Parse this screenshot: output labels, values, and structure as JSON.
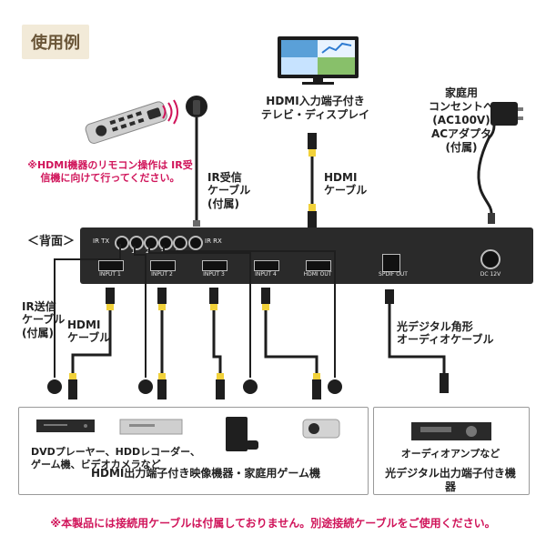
{
  "header": {
    "title": "使用例"
  },
  "labels": {
    "tv": "HDMI入力端子付き\nテレビ・ディスプレイ",
    "ac": "家庭用\nコンセントへ\n(AC100V)\nACアダプタ\n(付属)",
    "remote_note": "※HDMI機器のリモコン操作は\nIR受信機に向けて行ってください。",
    "ir_rx_cable": "IR受信\nケーブル\n(付属)",
    "hdmi_top": "HDMI\nケーブル",
    "back": "＜背面＞",
    "ir_tx_cable": "IR送信\nケーブル\n(付属)",
    "hdmi_left": "HDMI\nケーブル",
    "optical_cable": "光デジタル角形\nオーディオケーブル",
    "left_devices_caption": "DVDプレーヤー、HDDレコーダー、\nゲーム機、ビデオカメラなど",
    "left_devices_title": "HDMI出力端子付き映像機器・家庭用ゲーム機",
    "right_devices_caption": "オーディオアンプなど",
    "right_devices_title": "光デジタル出力端子付き機器",
    "bottom_note": "※本製品には接続用ケーブルは付属しておりません。別途接続ケーブルをご使用ください。"
  },
  "panel": {
    "ports_top": [
      "IR TX",
      "1",
      "2",
      "3",
      "4",
      "IR RX"
    ],
    "hdmi_ports": [
      "INPUT 1",
      "INPUT 2",
      "INPUT 3",
      "INPUT 4",
      "HDMI OUT"
    ],
    "spdif": "SPDIF OUT",
    "dc": "DC 12V"
  },
  "colors": {
    "accent_red": "#d0145a",
    "tag_bg": "#f2ead8",
    "cable_yellow": "#f1d13a",
    "device_dark": "#2a2a2a"
  }
}
